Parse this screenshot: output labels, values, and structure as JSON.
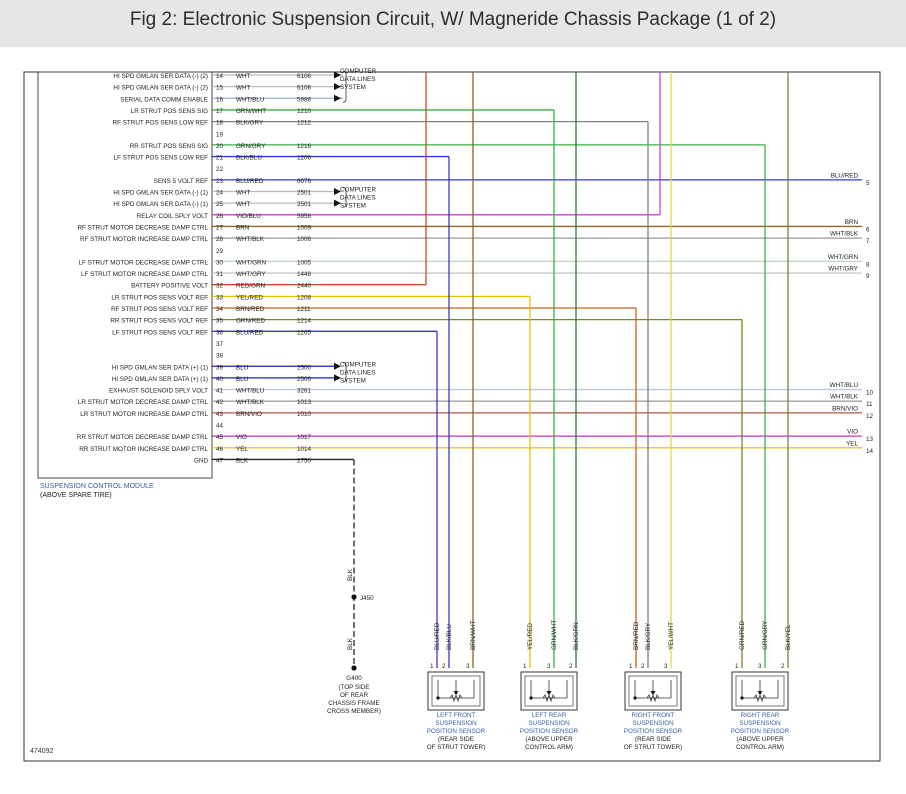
{
  "title": "Fig 2: Electronic Suspension Circuit, W/ Magneride Chassis Package (1 of 2)",
  "colors": {
    "background": "#ffffff",
    "header_bg": "#e6e6e6",
    "frame": "#333333",
    "module_label": "#3a5fa0",
    "text": "#222222"
  },
  "module": {
    "name": "SUSPENSION CONTROL MODULE",
    "location": "(ABOVE SPARE TIRE)"
  },
  "pins": [
    {
      "pin": "14",
      "label": "HI SPD GMLAN SER DATA (-) (2)",
      "color": "WHT",
      "circuit": "6106"
    },
    {
      "pin": "15",
      "label": "HI SPD GMLAN SER DATA (-) (2)",
      "color": "WHT",
      "circuit": "6106"
    },
    {
      "pin": "16",
      "label": "SERIAL DATA COMM ENABLE",
      "color": "WHT/BLU",
      "circuit": "5986"
    },
    {
      "pin": "17",
      "label": "LR STRUT POS SENS SIG",
      "color": "GRN/WHT",
      "circuit": "1210"
    },
    {
      "pin": "18",
      "label": "RF STRUT POS SENS LOW REF",
      "color": "BLK/GRY",
      "circuit": "1212"
    },
    {
      "pin": "19",
      "label": "",
      "color": "",
      "circuit": ""
    },
    {
      "pin": "20",
      "label": "RR STRUT POS SENS SIG",
      "color": "GRN/GRY",
      "circuit": "1216"
    },
    {
      "pin": "21",
      "label": "LF STRUT POS SENS LOW REF",
      "color": "BLK/BLU",
      "circuit": "1206"
    },
    {
      "pin": "22",
      "label": "",
      "color": "",
      "circuit": ""
    },
    {
      "pin": "23",
      "label": "SENS 5 VOLT REF",
      "color": "BLU/RED",
      "circuit": "6076"
    },
    {
      "pin": "24",
      "label": "HI SPD GMLAN SER DATA (-) (1)",
      "color": "WHT",
      "circuit": "2501"
    },
    {
      "pin": "25",
      "label": "HI SPD GMLAN SER DATA (-) (1)",
      "color": "WHT",
      "circuit": "2501"
    },
    {
      "pin": "26",
      "label": "RELAY COIL SPLY VOLT",
      "color": "VIO/BLU",
      "circuit": "5956"
    },
    {
      "pin": "27",
      "label": "RF STRUT MOTOR DECREASE DAMP CTRL",
      "color": "BRN",
      "circuit": "1009"
    },
    {
      "pin": "28",
      "label": "RF STRUT MOTOR INCREASE DAMP CTRL",
      "color": "WHT/BLK",
      "circuit": "1006"
    },
    {
      "pin": "29",
      "label": "",
      "color": "",
      "circuit": ""
    },
    {
      "pin": "30",
      "label": "LF STRUT MOTOR DECREASE DAMP CTRL",
      "color": "WHT/GRN",
      "circuit": "1005"
    },
    {
      "pin": "31",
      "label": "LF STRUT MOTOR INCREASE DAMP CTRL",
      "color": "WHT/GRY",
      "circuit": "1448"
    },
    {
      "pin": "32",
      "label": "BATTERY POSITIVE VOLT",
      "color": "RED/GRN",
      "circuit": "2440"
    },
    {
      "pin": "33",
      "label": "LR STRUT POS SENS VOLT REF",
      "color": "YEL/RED",
      "circuit": "1208"
    },
    {
      "pin": "34",
      "label": "RF STRUT POS SENS VOLT REF",
      "color": "BRN/RED",
      "circuit": "1211"
    },
    {
      "pin": "35",
      "label": "RR STRUT POS SENS VOLT REF",
      "color": "GRN/RED",
      "circuit": "1214"
    },
    {
      "pin": "36",
      "label": "LF STRUT POS SENS VOLT REF",
      "color": "BLU/RED",
      "circuit": "1205"
    },
    {
      "pin": "37",
      "label": "",
      "color": "",
      "circuit": ""
    },
    {
      "pin": "38",
      "label": "",
      "color": "",
      "circuit": ""
    },
    {
      "pin": "39",
      "label": "HI SPD GMLAN SER DATA (+) (1)",
      "color": "BLU",
      "circuit": "2500"
    },
    {
      "pin": "40",
      "label": "HI SPD GMLAN SER DATA (+) (1)",
      "color": "BLU",
      "circuit": "2500"
    },
    {
      "pin": "41",
      "label": "EXHAUST SOLENOID SPLY VOLT",
      "color": "WHT/BLU",
      "circuit": "3261"
    },
    {
      "pin": "42",
      "label": "LR STRUT MOTOR DECREASE DAMP CTRL",
      "color": "WHT/BLK",
      "circuit": "1013"
    },
    {
      "pin": "43",
      "label": "LR STRUT MOTOR INCREASE DAMP CTRL",
      "color": "BRN/VIO",
      "circuit": "1010"
    },
    {
      "pin": "44",
      "label": "",
      "color": "",
      "circuit": ""
    },
    {
      "pin": "45",
      "label": "RR STRUT MOTOR DECREASE DAMP CTRL",
      "color": "VIO",
      "circuit": "1017"
    },
    {
      "pin": "46",
      "label": "RR STRUT MOTOR INCREASE DAMP CTRL",
      "color": "YEL",
      "circuit": "1014"
    },
    {
      "pin": "47",
      "label": "GND",
      "color": "BLK",
      "circuit": "1750"
    }
  ],
  "data_line_notes": [
    {
      "lines": [
        "COMPUTER",
        "DATA LINES",
        "SYSTEM"
      ]
    },
    {
      "lines": [
        "COMPUTER",
        "DATA LINES",
        "SYSTEM"
      ]
    },
    {
      "lines": [
        "COMPUTER",
        "DATA LINES",
        "SYSTEM"
      ]
    }
  ],
  "right_edge_connections": [
    {
      "color": "BLU/RED",
      "number": "5"
    },
    {
      "color": "BRN",
      "number": "6"
    },
    {
      "color": "WHT/BLK",
      "number": "7"
    },
    {
      "color": "WHT/GRN",
      "number": "8"
    },
    {
      "color": "WHT/GRY",
      "number": "9"
    },
    {
      "color": "WHT/BLU",
      "number": "10"
    },
    {
      "color": "WHT/BLK",
      "number": "11"
    },
    {
      "color": "BRN/VIO",
      "number": "12"
    },
    {
      "color": "VIO",
      "number": "13"
    },
    {
      "color": "YEL",
      "number": "14"
    }
  ],
  "ground": {
    "wire_color": "BLK",
    "splice": "J450",
    "name": "G400",
    "location": [
      "(TOP SIDE",
      "OF REAR",
      "CHASSIS FRAME",
      "CROSS MEMBER)"
    ]
  },
  "sensors": [
    {
      "wires": [
        "BLU/RED",
        "BLK/BLU",
        "BRN/WHT"
      ],
      "pins": [
        "1",
        "2",
        "3"
      ],
      "name": [
        "LEFT FRONT",
        "SUSPENSION",
        "POSITION SENSOR"
      ],
      "location": [
        "(REAR SIDE",
        "OF STRUT TOWER)"
      ]
    },
    {
      "wires": [
        "YEL/RED",
        "GRN/WHT",
        "BLK/GRN"
      ],
      "pins": [
        "1",
        "3",
        "2"
      ],
      "name": [
        "LEFT REAR",
        "SUSPENSION",
        "POSITION SENSOR"
      ],
      "location": [
        "(ABOVE UPPER",
        "CONTROL ARM)"
      ]
    },
    {
      "wires": [
        "BRN/RED",
        "BLK/GRY",
        "YEL/WHT"
      ],
      "pins": [
        "1",
        "2",
        "3"
      ],
      "name": [
        "RIGHT FRONT",
        "SUSPENSION",
        "POSITION SENSOR"
      ],
      "location": [
        "(REAR SIDE",
        "OF STRUT TOWER)"
      ]
    },
    {
      "wires": [
        "GRN/RED",
        "GRN/GRY",
        "BLK/YEL"
      ],
      "pins": [
        "1",
        "3",
        "2"
      ],
      "name": [
        "RIGHT REAR",
        "SUSPENSION",
        "POSITION SENSOR"
      ],
      "location": [
        "(ABOVE UPPER",
        "CONTROL ARM)"
      ]
    }
  ],
  "figure_id": "474092"
}
